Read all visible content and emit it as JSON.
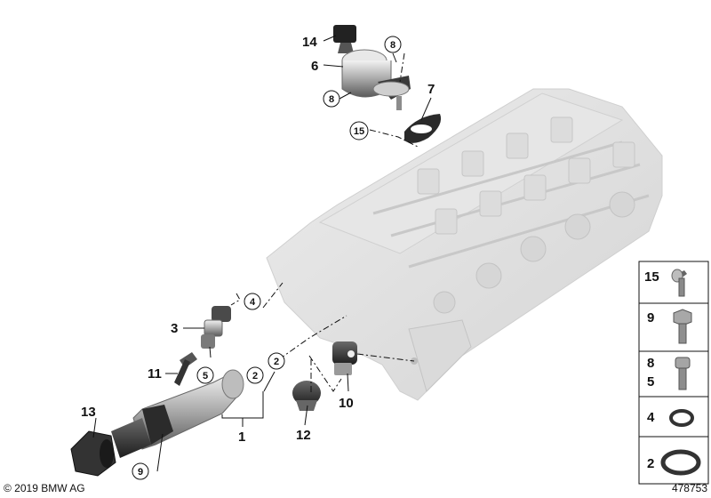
{
  "diagram": {
    "callouts": {
      "c1": "1",
      "c2a": "2",
      "c2b": "2",
      "c3": "3",
      "c4": "4",
      "c5": "5",
      "c6": "6",
      "c7": "7",
      "c8a": "8",
      "c8b": "8",
      "c9": "9",
      "c10": "10",
      "c11": "11",
      "c12": "12",
      "c13": "13",
      "c14": "14",
      "c15": "15"
    },
    "legend": {
      "r15": "15",
      "r9": "9",
      "r8": "8",
      "r5": "5",
      "r4": "4",
      "r2": "2"
    },
    "footer": {
      "copyright": "© 2019 BMW AG",
      "diagram_number": "478753"
    }
  }
}
